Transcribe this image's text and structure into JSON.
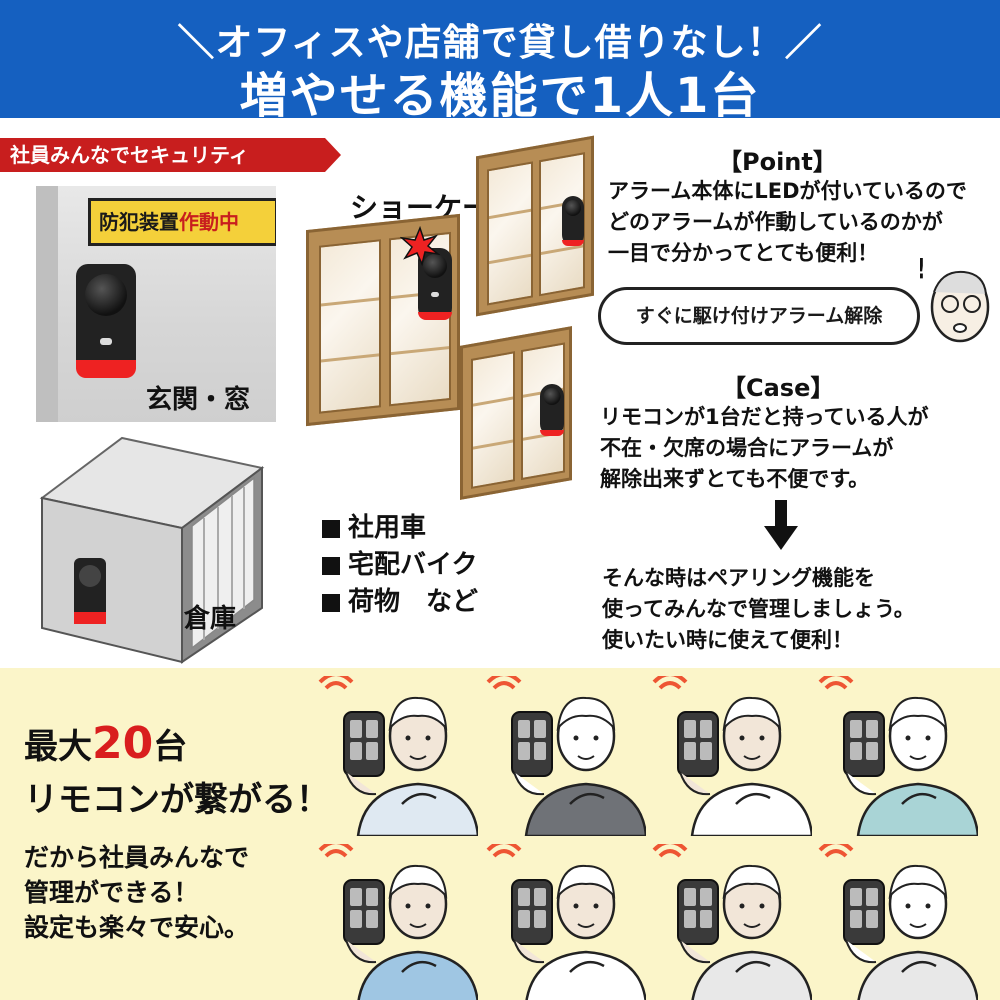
{
  "header": {
    "line1": "＼オフィスや店舗で貸し借りなし！／",
    "line2": "増やせる機能で1人1台"
  },
  "tag": "社員みんなでセキュリティ",
  "photo": {
    "sign_black": "防犯装置",
    "sign_red": "作動中",
    "label": "玄関・窓"
  },
  "showcase_label": "ショーケース",
  "warehouse_label": "倉庫",
  "list": [
    "社用車",
    "宅配バイク",
    "荷物　など"
  ],
  "point": {
    "title": "【Point】",
    "lines": [
      "アラーム本体にLEDが付いているので",
      "どのアラームが作動しているのかが",
      "一目で分かってとても便利！"
    ],
    "bubble": "すぐに駆け付けアラーム解除"
  },
  "case": {
    "title": "【Case】",
    "lines": [
      "リモコンが1台だと持っている人が",
      "不在・欠席の場合にアラームが",
      "解除出来ずとても不便です。"
    ]
  },
  "solution": {
    "lines": [
      "そんな時はペアリング機能を",
      "使ってみんなで管理しましょう。",
      "使いたい時に使えて便利！"
    ]
  },
  "bottom": {
    "max_prefix": "最大",
    "max_num": "20",
    "max_suffix": "台",
    "connect": "リモコンが繋がる！",
    "desc": [
      "だから社員みんなで",
      "管理ができる！",
      "設定も楽々で安心。"
    ]
  },
  "colors": {
    "header_blue": "#1560c0",
    "accent_red": "#c81e1e",
    "band_yellow": "#fbf5c9"
  }
}
